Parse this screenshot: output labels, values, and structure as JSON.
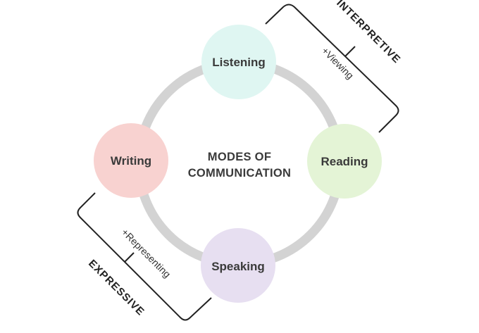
{
  "center": {
    "line1": "MODES OF",
    "line2": "COMMUNICATION"
  },
  "modes": {
    "listening": {
      "label": "Listening",
      "color": "#dff6f2"
    },
    "reading": {
      "label": "Reading",
      "color": "#e4f4d6"
    },
    "speaking": {
      "label": "Speaking",
      "color": "#e7dff1"
    },
    "writing": {
      "label": "Writing",
      "color": "#f8d2d0"
    }
  },
  "groups": {
    "interpretive": {
      "label": "INTERPRETIVE",
      "extra": "+Viewing"
    },
    "expressive": {
      "label": "EXPRESSIVE",
      "extra": "+Representing"
    }
  },
  "colors": {
    "ring": "#d3d3d3",
    "bracket": "#222222",
    "text": "#3a3a3a"
  }
}
